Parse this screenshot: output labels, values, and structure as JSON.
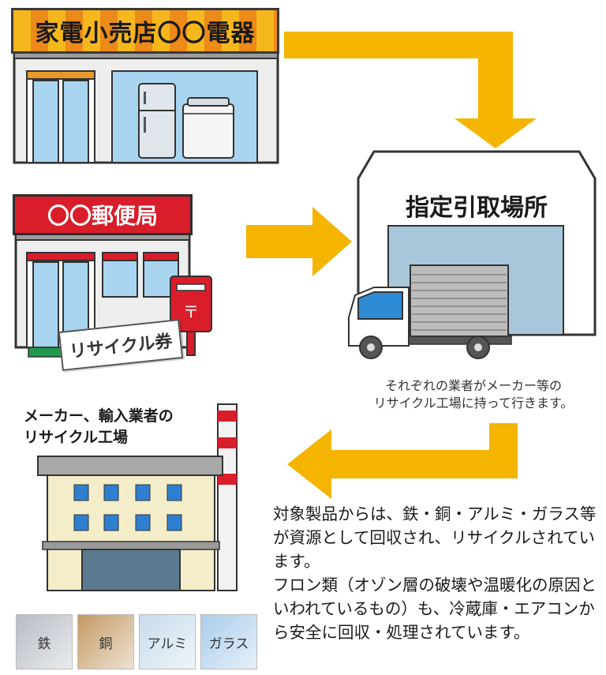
{
  "retail_store": {
    "sign": "家電小売店〇〇電器"
  },
  "post_office": {
    "sign": "〇〇郵便局",
    "ticket": "リサイクル券"
  },
  "collection_site": {
    "title": "指定引取場所",
    "caption_line1": "それぞれの業者がメーカー等の",
    "caption_line2": "リサイクル工場に持って行きます。"
  },
  "factory": {
    "title_line1": "メーカー、輸入業者の",
    "title_line2": "リサイクル工場"
  },
  "description": {
    "paragraph1": "対象製品からは、鉄・銅・アルミ・ガラス等が資源として回収され、リサイクルされています。",
    "paragraph2": "フロン類（オゾン層の破壊や温暖化の原因といわれているもの）も、冷蔵庫・エアコンから安全に回収・処理されています。"
  },
  "materials": [
    {
      "label": "鉄",
      "color": "#b5bcc4"
    },
    {
      "label": "銅",
      "color": "#c39a63"
    },
    {
      "label": "アルミ",
      "color": "#c7dceb"
    },
    {
      "label": "ガラス",
      "color": "#a9cdea"
    }
  ],
  "colors": {
    "arrow": "#f4b400",
    "post_red": "#d91d2a",
    "window_blue": "#a9d4ef"
  }
}
